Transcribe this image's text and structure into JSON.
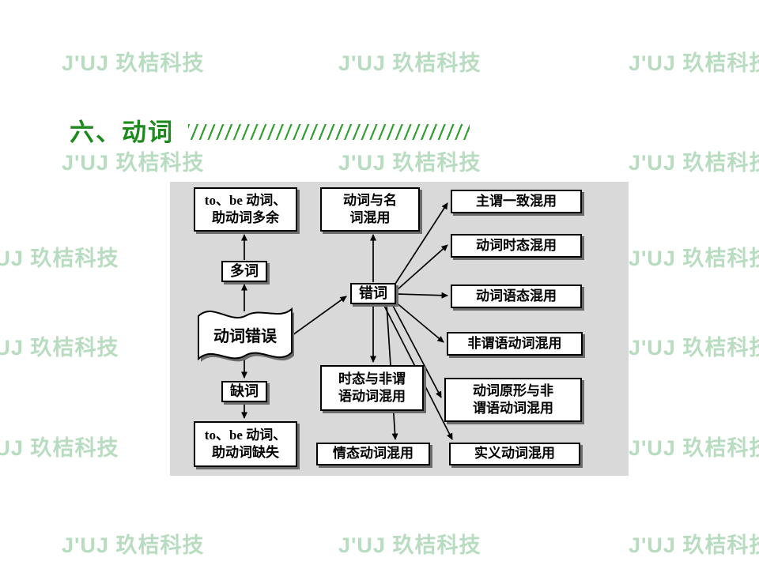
{
  "watermark": {
    "text": "J'UJ 玖桔科技"
  },
  "title": {
    "text": "六、动词"
  },
  "colors": {
    "title-green": "#1e8a1e",
    "hatch-green": "#33a033",
    "watermark-green": "#b7dcc0",
    "panel-gray": "#d9d9d9",
    "box-shadow-gray": "#6b6b6b"
  },
  "diagram": {
    "nodes": {
      "root": "动词错误",
      "duo_ci": "多词",
      "tobe_extra": "to、be 动词、\n助动词多余",
      "que_ci": "缺词",
      "tobe_missing": "to、be 动词、\n助动词缺失",
      "cuo_ci": "错词",
      "verb_noun": "动词与名\n词混用",
      "subject_verb": "主谓一致混用",
      "tense": "动词时态混用",
      "voice": "动词语态混用",
      "nonfinite": "非谓语动词混用",
      "tense_nonfinite": "时态与非谓\n语动词混用",
      "base_nonfinite": "动词原形与非\n谓语动词混用",
      "modal": "情态动词混用",
      "notional": "实义动词混用"
    }
  }
}
